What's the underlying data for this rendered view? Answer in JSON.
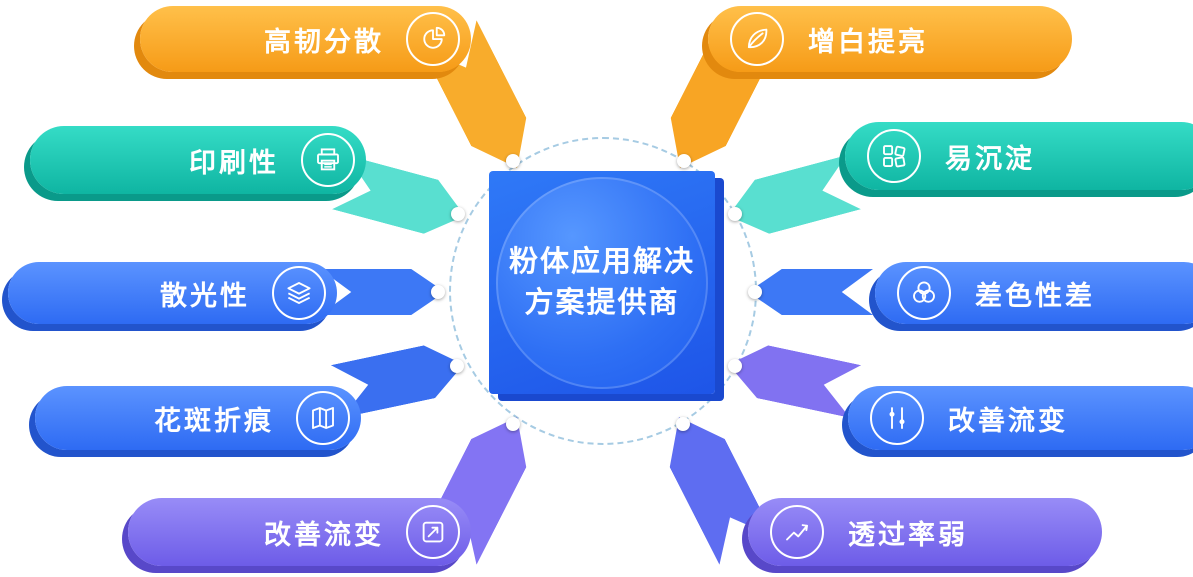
{
  "center": {
    "title_line1": "粉体应用解决",
    "title_line2": "方案提供商"
  },
  "left_items": [
    {
      "label": "高韧分散",
      "icon": "pie-chart-icon",
      "color": "#f69b17"
    },
    {
      "label": "印刷性",
      "icon": "printer-icon",
      "color": "#0fb5a2"
    },
    {
      "label": "散光性",
      "icon": "layers-icon",
      "color": "#2e6bf3"
    },
    {
      "label": "花斑折痕",
      "icon": "map-icon",
      "color": "#2e6bf3"
    },
    {
      "label": "改善流变",
      "icon": "trend-box-icon",
      "color": "#6d5ce8"
    }
  ],
  "right_items": [
    {
      "label": "增白提亮",
      "icon": "leaf-icon",
      "color": "#f69b17"
    },
    {
      "label": "易沉淀",
      "icon": "puzzle-icon",
      "color": "#0fb5a2"
    },
    {
      "label": "差色性差",
      "icon": "overlap-circles-icon",
      "color": "#2e6bf3"
    },
    {
      "label": "改善流变",
      "icon": "sliders-icon",
      "color": "#2e6bf3"
    },
    {
      "label": "透过率弱",
      "icon": "line-chart-icon",
      "color": "#6d5ce8"
    }
  ],
  "colors": {
    "orange": "#f69b17",
    "teal": "#0fb5a2",
    "blue": "#2e6bf3",
    "purple": "#6d5ce8",
    "center_blue": "#2e6ff4"
  }
}
